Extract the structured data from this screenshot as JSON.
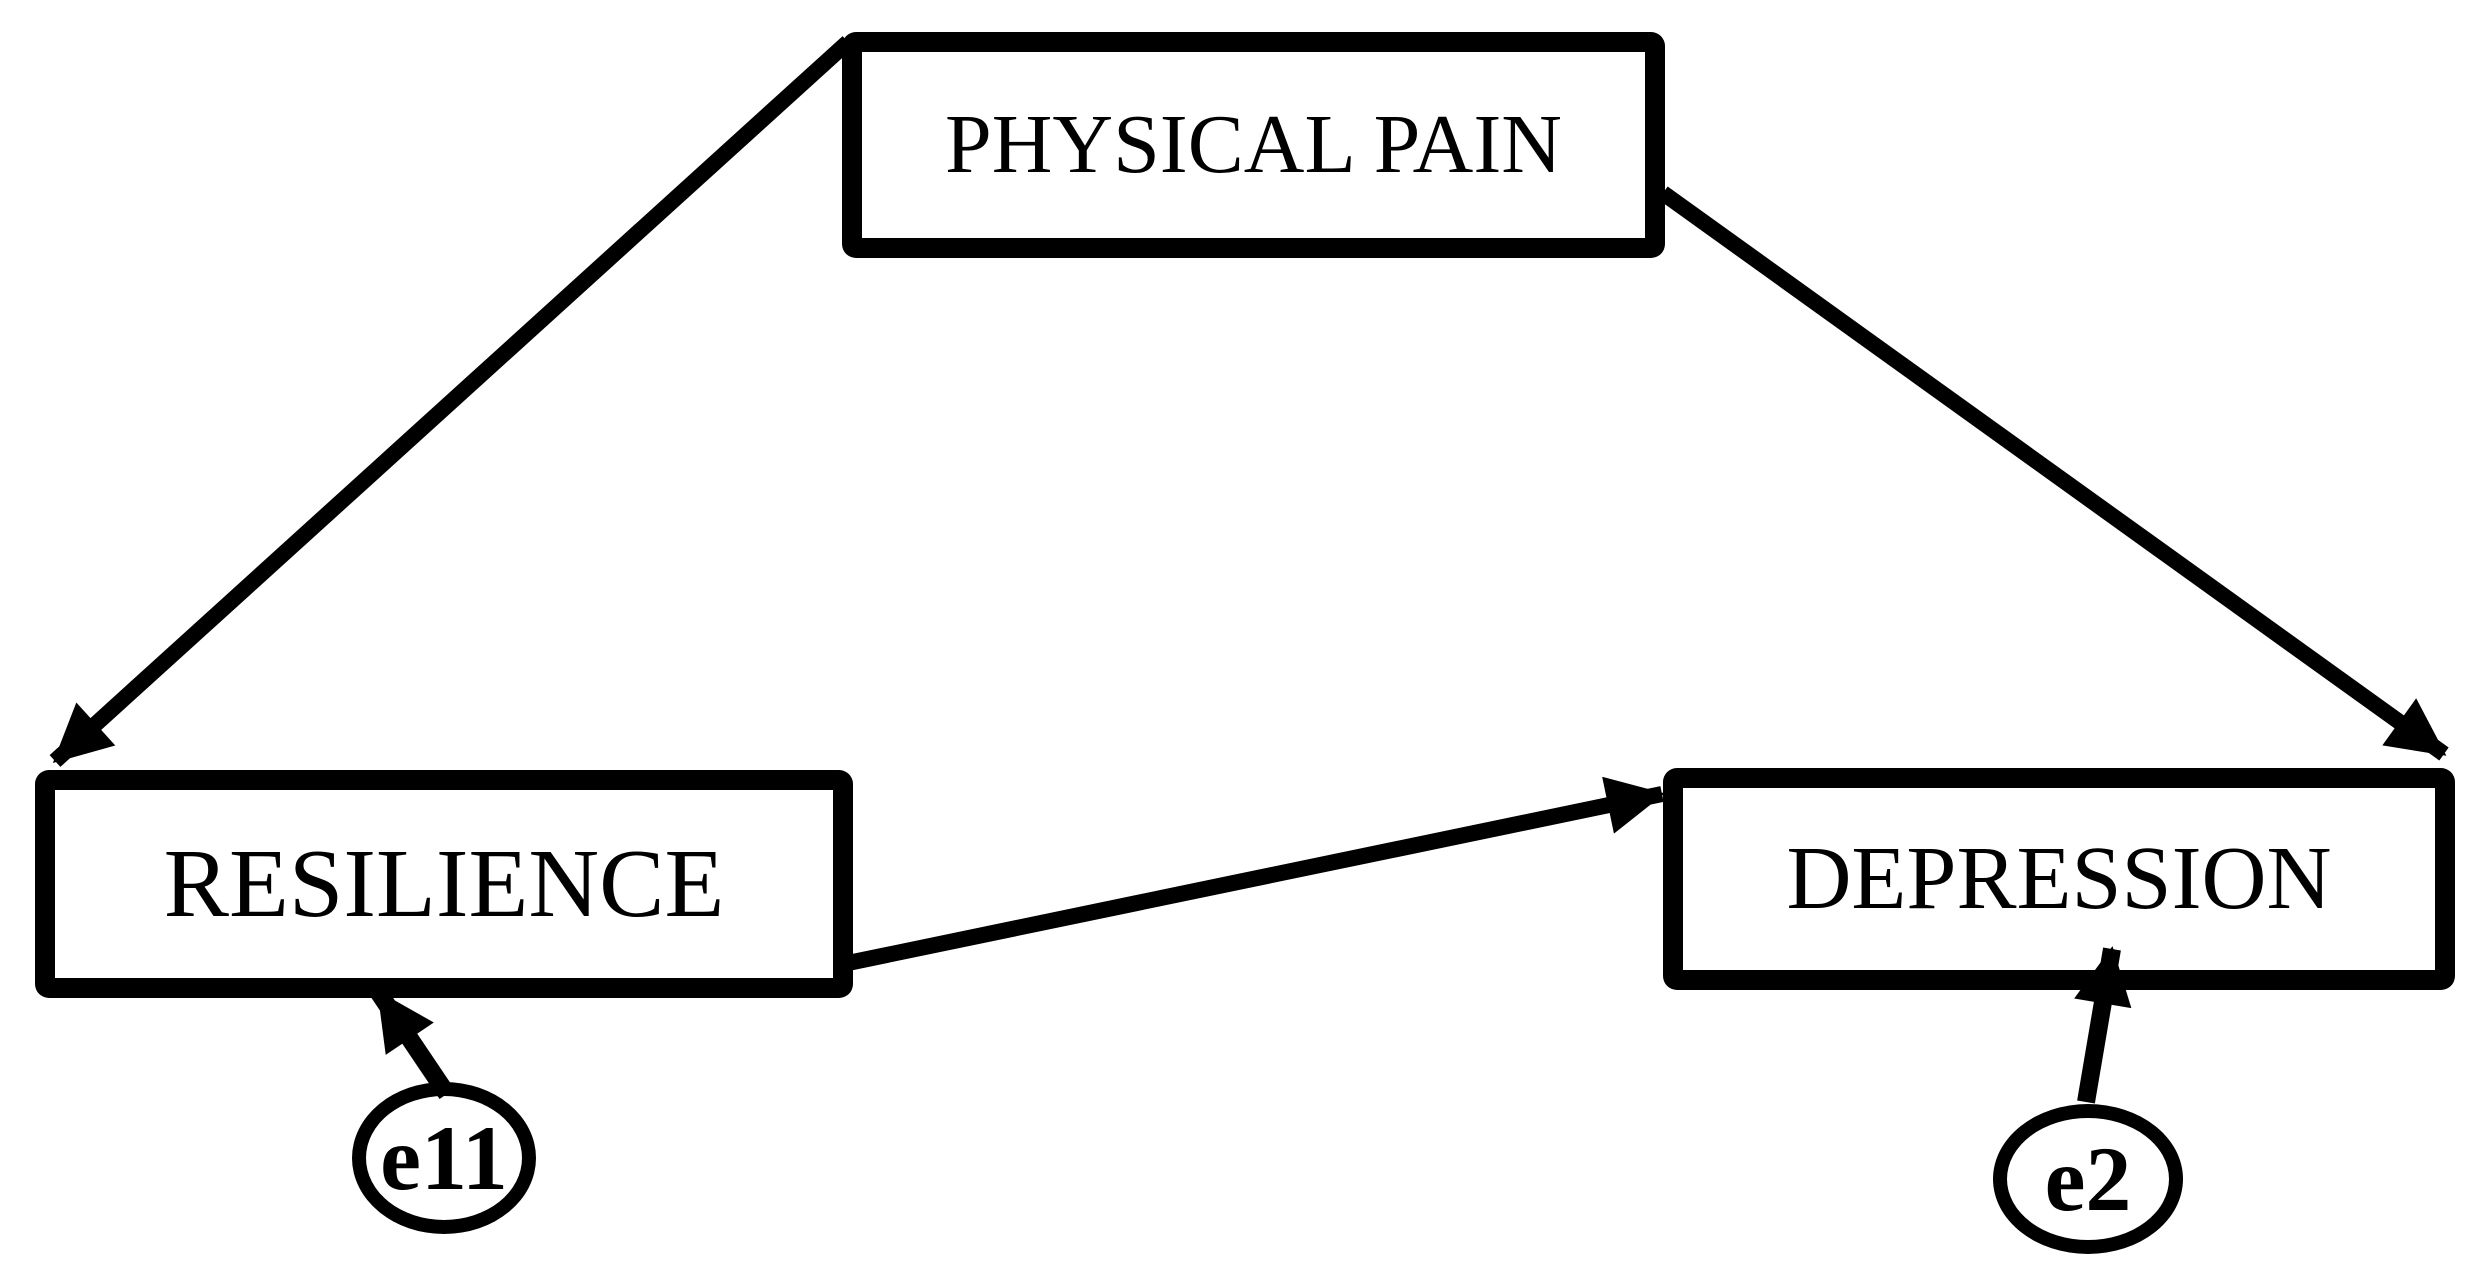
{
  "diagram": {
    "background_color": "#ffffff",
    "line_color": "#000000",
    "nodes": {
      "physical_pain": {
        "label": "PHYSICAL PAIN",
        "shape": "rectangle"
      },
      "resilience": {
        "label": "RESILIENCE",
        "shape": "rectangle"
      },
      "depression": {
        "label": "DEPRESSION",
        "shape": "rectangle"
      },
      "e11": {
        "label": "e11",
        "shape": "ellipse"
      },
      "e2": {
        "label": "e2",
        "shape": "ellipse"
      }
    },
    "edges": [
      {
        "from": "PHYSICAL PAIN",
        "to": "RESILIENCE",
        "type": "directed-arrow"
      },
      {
        "from": "PHYSICAL PAIN",
        "to": "DEPRESSION",
        "type": "directed-arrow"
      },
      {
        "from": "RESILIENCE",
        "to": "DEPRESSION",
        "type": "directed-arrow"
      },
      {
        "from": "e11",
        "to": "RESILIENCE",
        "type": "directed-arrow"
      },
      {
        "from": "e2",
        "to": "DEPRESSION",
        "type": "directed-arrow"
      }
    ]
  }
}
